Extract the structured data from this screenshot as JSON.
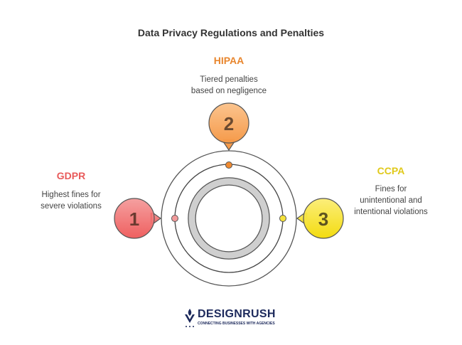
{
  "title": "Data Privacy Regulations and Penalties",
  "items": [
    {
      "number": "1",
      "name": "GDPR",
      "description": [
        "Highest fines for",
        "severe violations"
      ],
      "color": "#e85a5a"
    },
    {
      "number": "2",
      "name": "HIPAA",
      "description": [
        "Tiered penalties",
        "based on negligence"
      ],
      "color": "#e8862e"
    },
    {
      "number": "3",
      "name": "CCPA",
      "description": [
        "Fines for",
        "unintentional and",
        "intentional violations"
      ],
      "color": "#e0c91a"
    }
  ],
  "logo": {
    "name": "DESIGNRUSH",
    "tagline": "CONNECTING BUSINESSES WITH AGENCIES"
  }
}
